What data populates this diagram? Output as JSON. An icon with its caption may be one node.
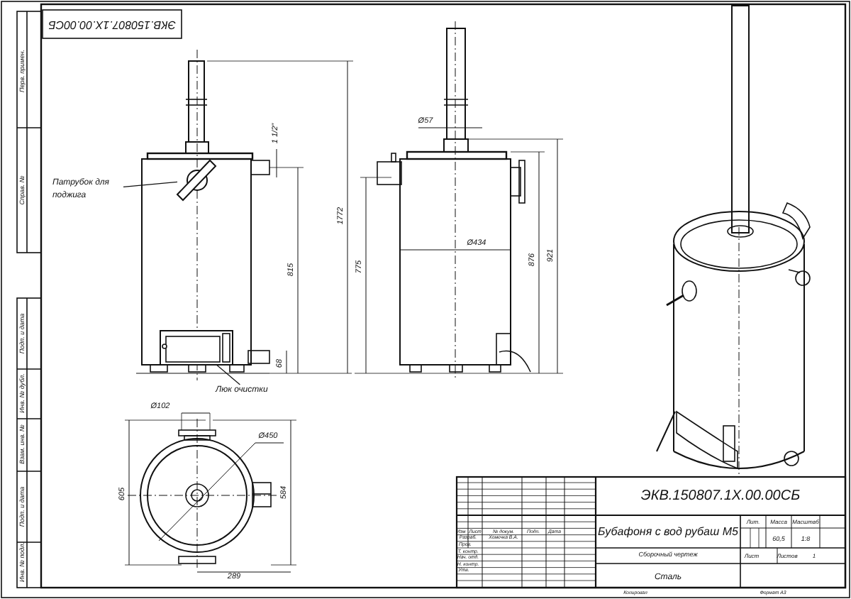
{
  "diagram": {
    "nodes": [
      {
        "text": [
          "Патрубок для поджига"
        ]
      },
      {
        "text": [],
        "shape": "picture"
      },
      {
        "text": [
          "Люк очистки"
        ]
      },
      {
        "text": [],
        "shape": "picture"
      }
    ],
    "edges": [
      {
        "from": 0,
        "to": 1,
        "arrow": "none"
      },
      {
        "from": 2,
        "to": 3,
        "arrow": "none"
      }
    ],
    "labels": [
      "ЭКВ.150807.1Х.00.00СБ",
      "1 1/2\"",
      "Ø57",
      "1772",
      "815",
      "775",
      "Ø434",
      "876",
      "921",
      "68",
      "Ø102",
      "Ø450",
      "605",
      "584",
      "289",
      "Перв. примен.",
      "Справ. №",
      "Подп. и дата",
      "Инв. № дубл.",
      "Взам. инв. №",
      "Подп. и дата",
      "Инв. № подл.",
      "ЭКВ.150807.1Х.00.00СБ",
      "Изм",
      "Лист",
      "№ докум.",
      "Подп.",
      "Дата",
      "Лит.",
      "Масса",
      "Масштаб",
      "Разраб.",
      "Хомечка В.А.",
      "Бубафоня с вод рубаш М5",
      "60,5",
      "1:8",
      "Пров.",
      "Т. контр.",
      "Сборочный чертеж",
      "Лист",
      "Листов",
      "1",
      "Нач. отд.",
      "Н. контр.",
      "Утв.",
      "Сталь",
      "Копировал",
      "Формат А3"
    ]
  }
}
